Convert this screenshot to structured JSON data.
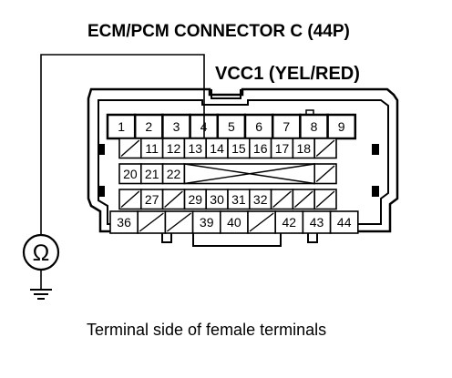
{
  "diagram": {
    "title": "ECM/PCM CONNECTOR C (44P)",
    "lead_label": "VCC1 (YEL/RED)",
    "caption": "Terminal side of female terminals",
    "meter_symbol": "Ω",
    "meter_icon": "ohmmeter-icon",
    "ground_icon": "ground-symbol-icon",
    "connector_icon": "connector-housing-icon",
    "probed_terminal": "4",
    "terminals": {
      "row1": [
        "1",
        "2",
        "3",
        "4",
        "5",
        "6",
        "7",
        "8",
        "9"
      ],
      "row2": [
        "",
        "11",
        "12",
        "13",
        "14",
        "15",
        "16",
        "17",
        "18",
        ""
      ],
      "row3": [
        "20",
        "21",
        "22",
        "",
        "",
        "",
        "",
        "",
        "",
        ""
      ],
      "row4": [
        "",
        "27",
        "",
        "29",
        "30",
        "31",
        "32",
        "",
        "",
        ""
      ],
      "row5": [
        "36",
        "",
        "",
        "39",
        "40",
        "",
        "42",
        "43",
        "44"
      ]
    }
  }
}
